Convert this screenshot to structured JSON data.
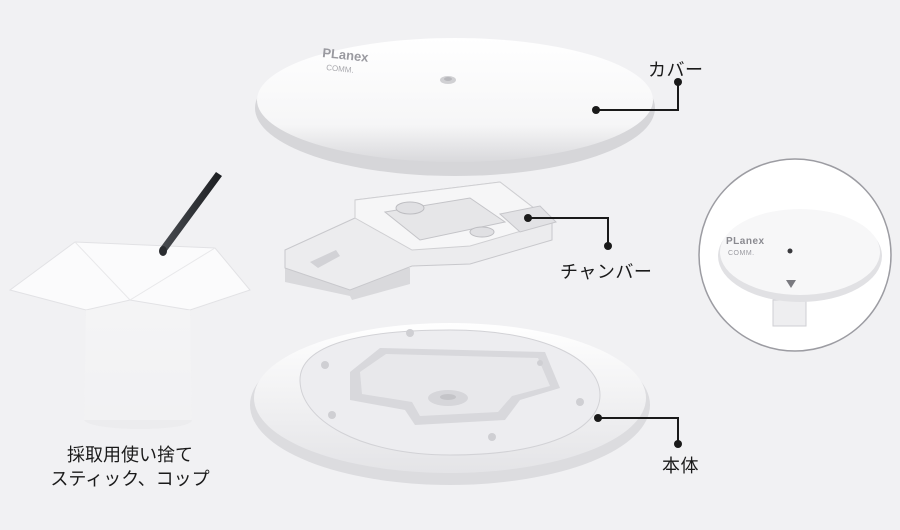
{
  "labels": {
    "cover": "カバー",
    "chamber": "チャンバー",
    "body": "本体"
  },
  "caption": {
    "line1": "採取用使い捨て",
    "line2": "スティック、コップ"
  },
  "brand": {
    "name": "PLanex",
    "sub": "COMM."
  }
}
